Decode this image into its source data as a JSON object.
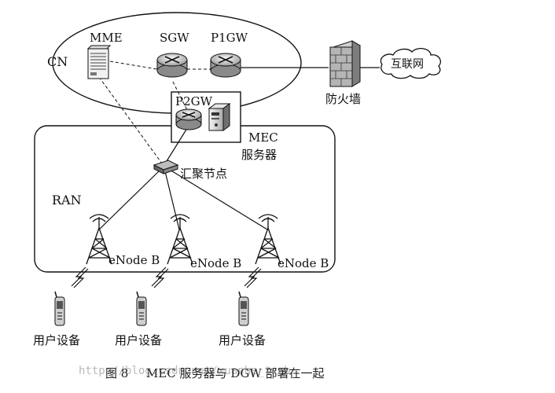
{
  "regions": {
    "core": "CN",
    "access": "RAN"
  },
  "nodes": {
    "mme": "MME",
    "sgw": "SGW",
    "p1gw": "P1GW",
    "p2gw": "P2GW",
    "firewall": "防火墙",
    "internet": "互联网",
    "mec_line1": "MEC",
    "mec_line2": "服务器",
    "aggregation": "汇聚节点",
    "enodeb_1": "eNode B",
    "enodeb_2": "eNode B",
    "enodeb_3": "eNode B",
    "ue_1": "用户设备",
    "ue_2": "用户设备",
    "ue_3": "用户设备"
  },
  "caption": {
    "figure_no": "图 8",
    "text": "MEC 服务器与 DGW 部署在一起"
  },
  "watermark": "http://blog.csdn.net/xuanhe_tech"
}
